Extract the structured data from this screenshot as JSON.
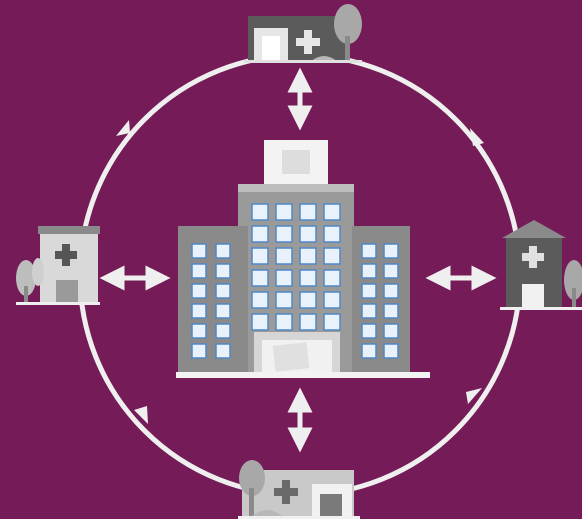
{
  "colors": {
    "background": "#741b58",
    "ring": "#efefef",
    "building_light": "#c9c9c9",
    "building_mid": "#9a9a9a",
    "building_dark": "#5b5b5b",
    "window": "#e9f2fb",
    "window_frame": "#4f87c8",
    "cross": "#555555"
  },
  "diagram": {
    "central_node": {
      "name": "main-hospital",
      "icon": "large-hospital-building-icon"
    },
    "satellites": [
      {
        "name": "top-clinic",
        "icon": "clinic-with-tree-icon",
        "position": "top"
      },
      {
        "name": "right-clinic",
        "icon": "dark-clinic-with-tree-icon",
        "position": "right"
      },
      {
        "name": "bottom-clinic",
        "icon": "clinic-with-tree-icon",
        "position": "bottom"
      },
      {
        "name": "left-clinic",
        "icon": "small-clinic-with-tree-icon",
        "position": "left"
      }
    ],
    "links": "bidirectional",
    "ring_direction": "clockwise"
  }
}
